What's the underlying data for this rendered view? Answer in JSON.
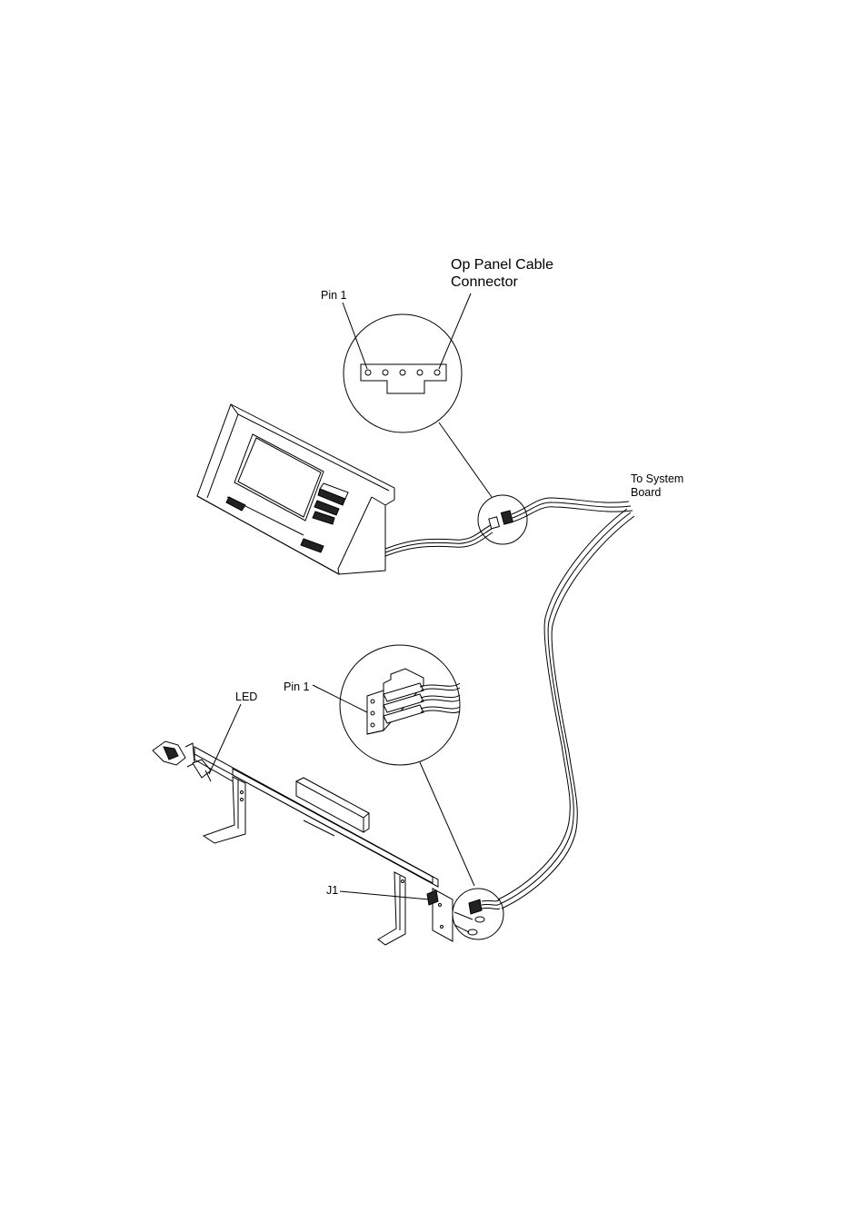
{
  "labels": {
    "op_panel_connector_line1": "Op Panel Cable",
    "op_panel_connector_line2": "Connector",
    "pin1_top": "Pin 1",
    "to_system_board_line1": "To System",
    "to_system_board_line2": "Board",
    "pin1_bottom": "Pin 1",
    "led": "LED",
    "j1": "J1"
  }
}
